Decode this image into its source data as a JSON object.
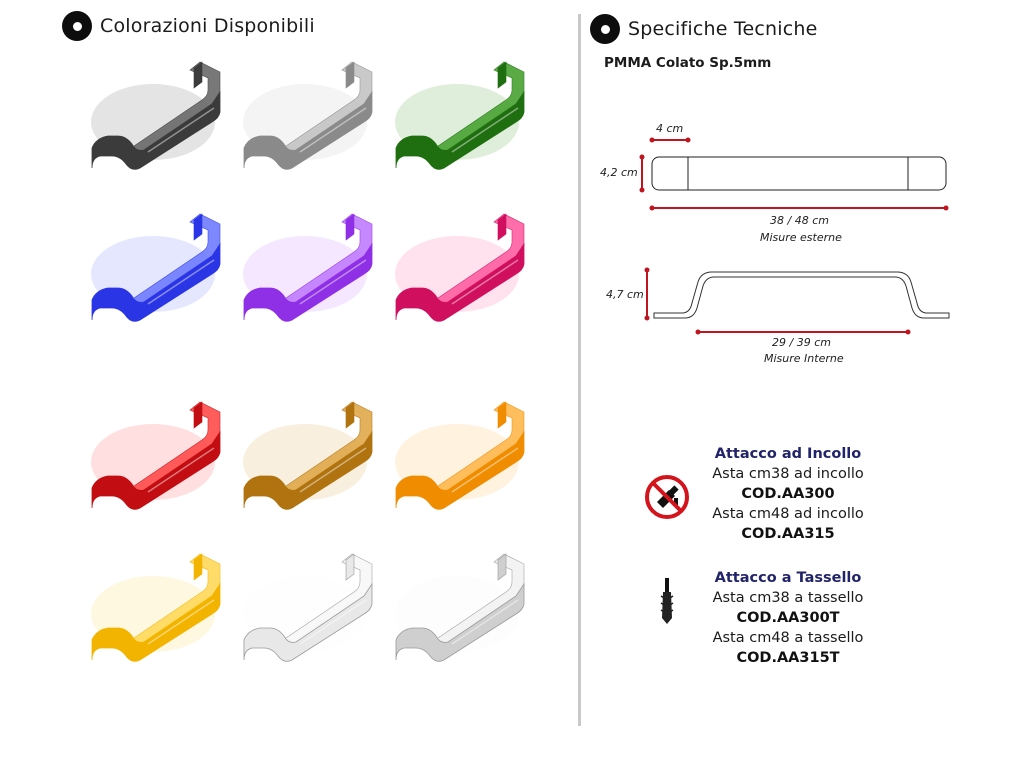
{
  "left_section": {
    "title": "Colorazioni Disponibili"
  },
  "right_section": {
    "title": "Specifiche Tecniche"
  },
  "colors": [
    {
      "hex": "#3b3b3b",
      "light": "#6a6a6a"
    },
    {
      "hex": "#8a8a8a",
      "light": "#c4c4c4"
    },
    {
      "hex": "#1f6f10",
      "light": "#49a332"
    },
    {
      "hex": "#2a35e6",
      "light": "#6f7cff"
    },
    {
      "hex": "#8f2fe6",
      "light": "#c07cff"
    },
    {
      "hex": "#d0105e",
      "light": "#ff5fa2"
    },
    {
      "hex": "#c20d12",
      "light": "#ff4b4b"
    },
    {
      "hex": "#b07310",
      "light": "#e0a84a"
    },
    {
      "hex": "#f08c00",
      "light": "#ffb84d"
    },
    {
      "hex": "#f3b400",
      "light": "#ffd95a"
    },
    {
      "hex": "#e8e8e8",
      "light": "#f8f8f8"
    },
    {
      "hex": "#cfcfcf",
      "light": "#f2f2f2"
    }
  ],
  "material": "PMMA Colato Sp.5mm",
  "diagram": {
    "width_dim": "4 cm",
    "height_dim_top": "4,2 cm",
    "length_dim": "38 / 48 cm",
    "length_note": "Misure esterne",
    "height_dim_bottom": "4,7 cm",
    "inner_dim": "29 / 39 cm",
    "inner_note": "Misure Interne"
  },
  "attach_glue": {
    "title": "Attacco ad Incollo",
    "line1": "Asta cm38 ad incollo",
    "code1": "COD.AA300",
    "line2": "Asta cm48 ad incollo",
    "code2": "COD.AA315"
  },
  "attach_dowel": {
    "title": "Attacco a Tassello",
    "line1": "Asta cm38 a tassello",
    "code1": "COD.AA300T",
    "line2": "Asta cm48 a tassello",
    "code2": "COD.AA315T"
  },
  "icons": {
    "no_glue": "no-glue-gun-icon",
    "dowel": "wall-plug-icon",
    "bullet": "circle-bullet-icon"
  }
}
